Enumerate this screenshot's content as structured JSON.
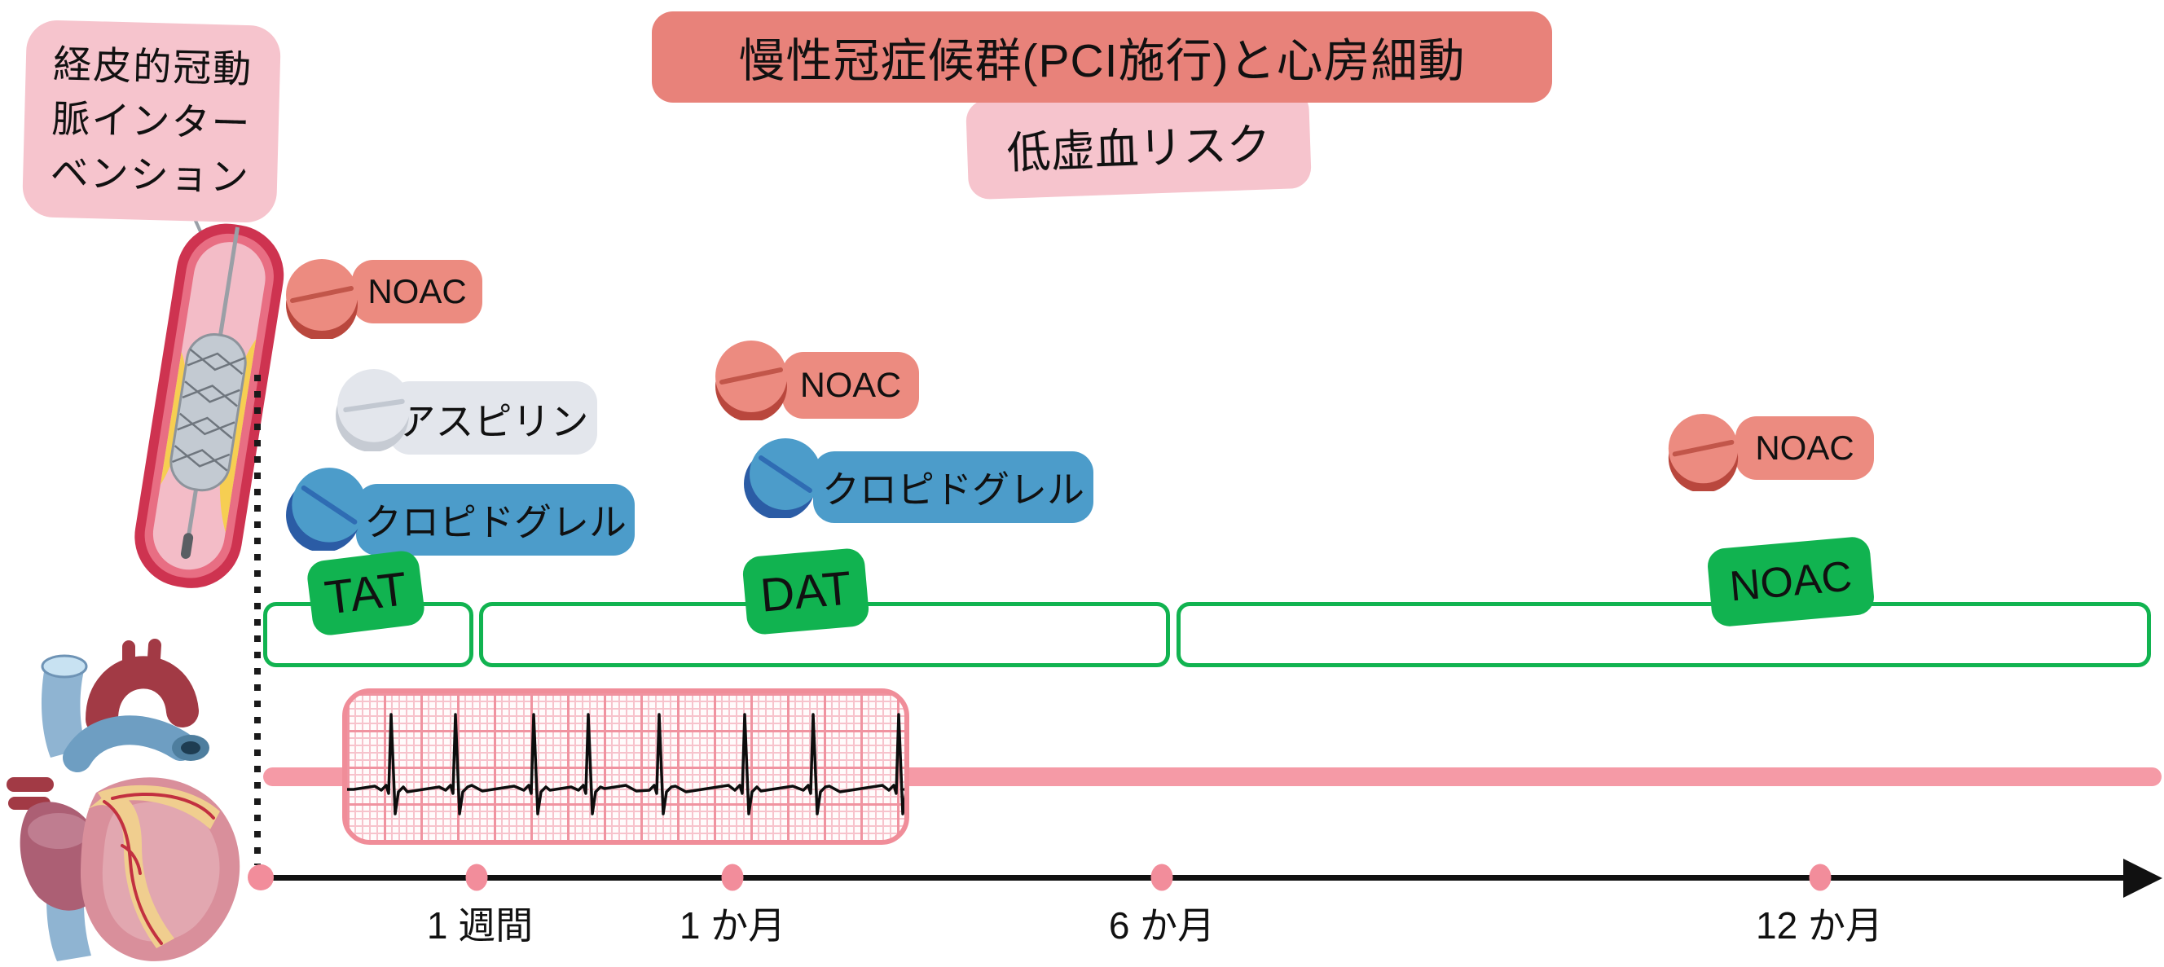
{
  "pci_label": {
    "line1": "経皮的冠動",
    "line2": "脈インター",
    "line3": "ベンション"
  },
  "header": {
    "title": "慢性冠症候群(PCI施行)と心房細動",
    "risk": "低虚血リスク"
  },
  "meds": {
    "p1_noac": "NOAC",
    "p1_aspirin": "アスピリン",
    "p1_clopidogrel": "クロピドグレル",
    "p2_noac": "NOAC",
    "p2_clopidogrel": "クロピドグレル",
    "p3_noac": "NOAC"
  },
  "tags": {
    "tat": "TAT",
    "dat": "DAT",
    "noac": "NOAC"
  },
  "timeline": {
    "t1": "1 週間",
    "t2": "1 か月",
    "t3": "6 か月",
    "t4": "12 か月"
  },
  "ecg": {
    "spikes": [
      54,
      133,
      229,
      296,
      383,
      488,
      572,
      677
    ]
  },
  "colors": {
    "salmon": "#E8827A",
    "light_pink": "#F6C4CD",
    "pill_red": "#EC8B80",
    "pill_red_dark": "#B9473D",
    "pill_gray": "#E3E6EC",
    "pill_gray_dark": "#C6CBD3",
    "pill_blue": "#4C9CCA",
    "pill_blue_dark": "#2B5CA5",
    "green": "#11B350",
    "ecg_pink": "#F08D99",
    "band_pink": "#F59AA6",
    "dot_pink": "#F28D9B"
  }
}
